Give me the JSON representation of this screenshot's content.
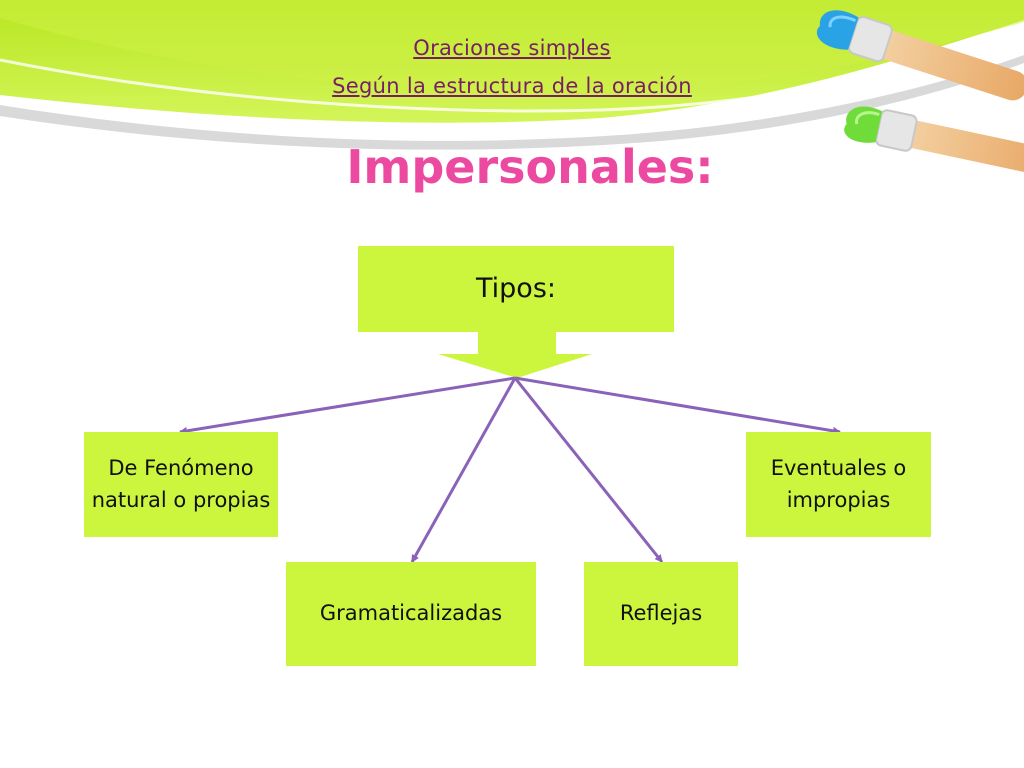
{
  "header": {
    "line1": "Oraciones simples",
    "line2": "Según la estructura de la oración"
  },
  "title": "Impersonales:",
  "root": {
    "label": "Tipos:"
  },
  "children": [
    {
      "label": "De Fenómeno natural o propias"
    },
    {
      "label": "Gramaticalizadas"
    },
    {
      "label": "Reflejas"
    },
    {
      "label": "Eventuales o impropias"
    }
  ],
  "colors": {
    "box_fill": "#ccf53d",
    "arrow": "#8a63b8",
    "title": "#ec4aa0",
    "header_text": "#7a1d67",
    "swoosh": "#c2ee2c"
  },
  "icons": [
    "paintbrush-blue-icon",
    "paintbrush-green-icon"
  ]
}
